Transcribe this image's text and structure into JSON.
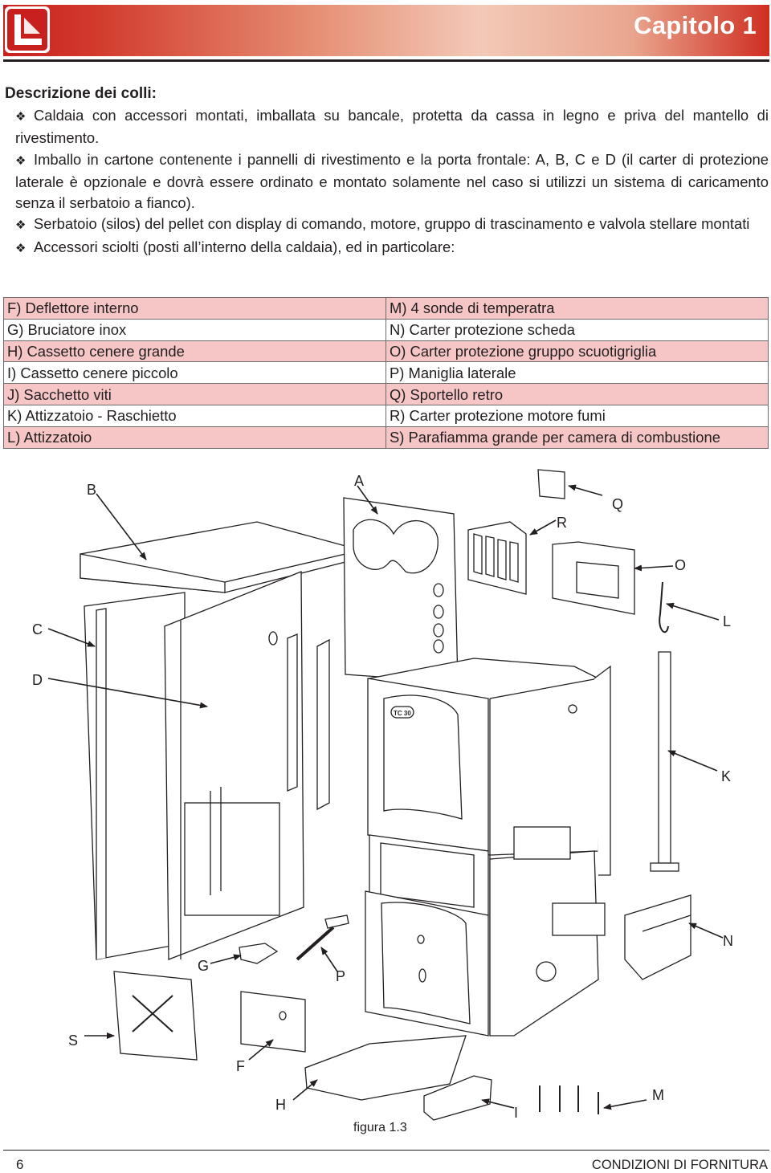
{
  "header": {
    "chapter": "Capitolo 1",
    "accent": "#c8201e"
  },
  "section": {
    "title": "Descrizione dei colli:",
    "bullets": [
      "Caldaia con accessori montati, imballata su bancale, protetta da cassa in legno e priva del mantello di rivestimento.",
      "Imballo in cartone contenente i pannelli di rivestimento e la porta frontale: A, B, C e D (il carter di protezione laterale è opzionale e dovrà essere ordinato e montato solamente nel caso si utilizzi un sistema di caricamento senza il serbatoio a fianco).",
      "Serbatoio (silos) del pellet con display di comando, motore, gruppo di trascinamento e valvola stellare montati",
      "Accessori sciolti (posti all’interno della caldaia), ed in particolare:"
    ]
  },
  "accessories": {
    "row_colors": {
      "pink": "#f6c6c7",
      "white": "#ffffff"
    },
    "rows": [
      [
        "F) Deflettore interno",
        "M) 4 sonde di temperatra"
      ],
      [
        "G) Bruciatore inox",
        "N) Carter protezione scheda"
      ],
      [
        "H) Cassetto cenere grande",
        "O) Carter protezione gruppo scuotigriglia"
      ],
      [
        "I) Cassetto cenere piccolo",
        "P) Maniglia laterale"
      ],
      [
        "J) Sacchetto viti",
        "Q) Sportello retro"
      ],
      [
        "K) Attizzatoio - Raschietto",
        "R)  Carter protezione motore fumi"
      ],
      [
        "L) Attizzatoio",
        "S) Parafiamma grande per camera di combustione"
      ]
    ]
  },
  "figure": {
    "labels": {
      "A": "A",
      "B": "B",
      "C": "C",
      "D": "D",
      "F": "F",
      "G": "G",
      "H": "H",
      "I": "I",
      "K": "K",
      "L": "L",
      "M": "M",
      "N": "N",
      "O": "O",
      "P": "P",
      "Q": "Q",
      "R": "R",
      "S": "S"
    },
    "door_badge": "TC 30",
    "caption": "figura 1.3"
  },
  "footer": {
    "page_number": "6",
    "title": "CONDIZIONI DI FORNITURA"
  }
}
